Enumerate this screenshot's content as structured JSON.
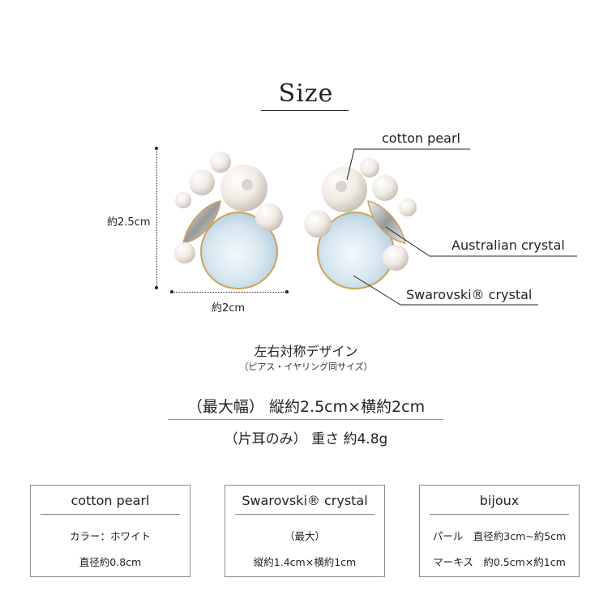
{
  "title": "Size",
  "dimension_labels": {
    "height": "約2.5cm",
    "width": "約2cm"
  },
  "callouts": {
    "cotton_pearl": "cotton pearl",
    "australian_crystal": "Australian crystal",
    "swarovski_crystal": "Swarovski® crystal"
  },
  "symmetry": {
    "title": "左右対称デザイン",
    "subtitle": "（ピアス・イヤリング同サイズ）"
  },
  "specs": {
    "max_size": "（最大幅）  縦約2.5cm×横約2cm",
    "weight": "（片耳のみ）  重さ 約4.8g"
  },
  "boxes": [
    {
      "title": "cotton pearl",
      "line1": "カラー：ホワイト",
      "line2": "直径約0.8cm"
    },
    {
      "title": "Swarovski® crystal",
      "line1": "（最大）",
      "line2": "縦約1.4cm×横約1cm"
    },
    {
      "title": "bijoux",
      "line1": "パール　直径約3cm~約5cm",
      "line2": "マーキス　約0.5cm×約1cm"
    }
  ],
  "colors": {
    "text": "#222222",
    "box_border": "#8a8a8a",
    "opal": "#cfe3ee",
    "pearl": "#f3efe9",
    "gold": "#c9a45a"
  }
}
